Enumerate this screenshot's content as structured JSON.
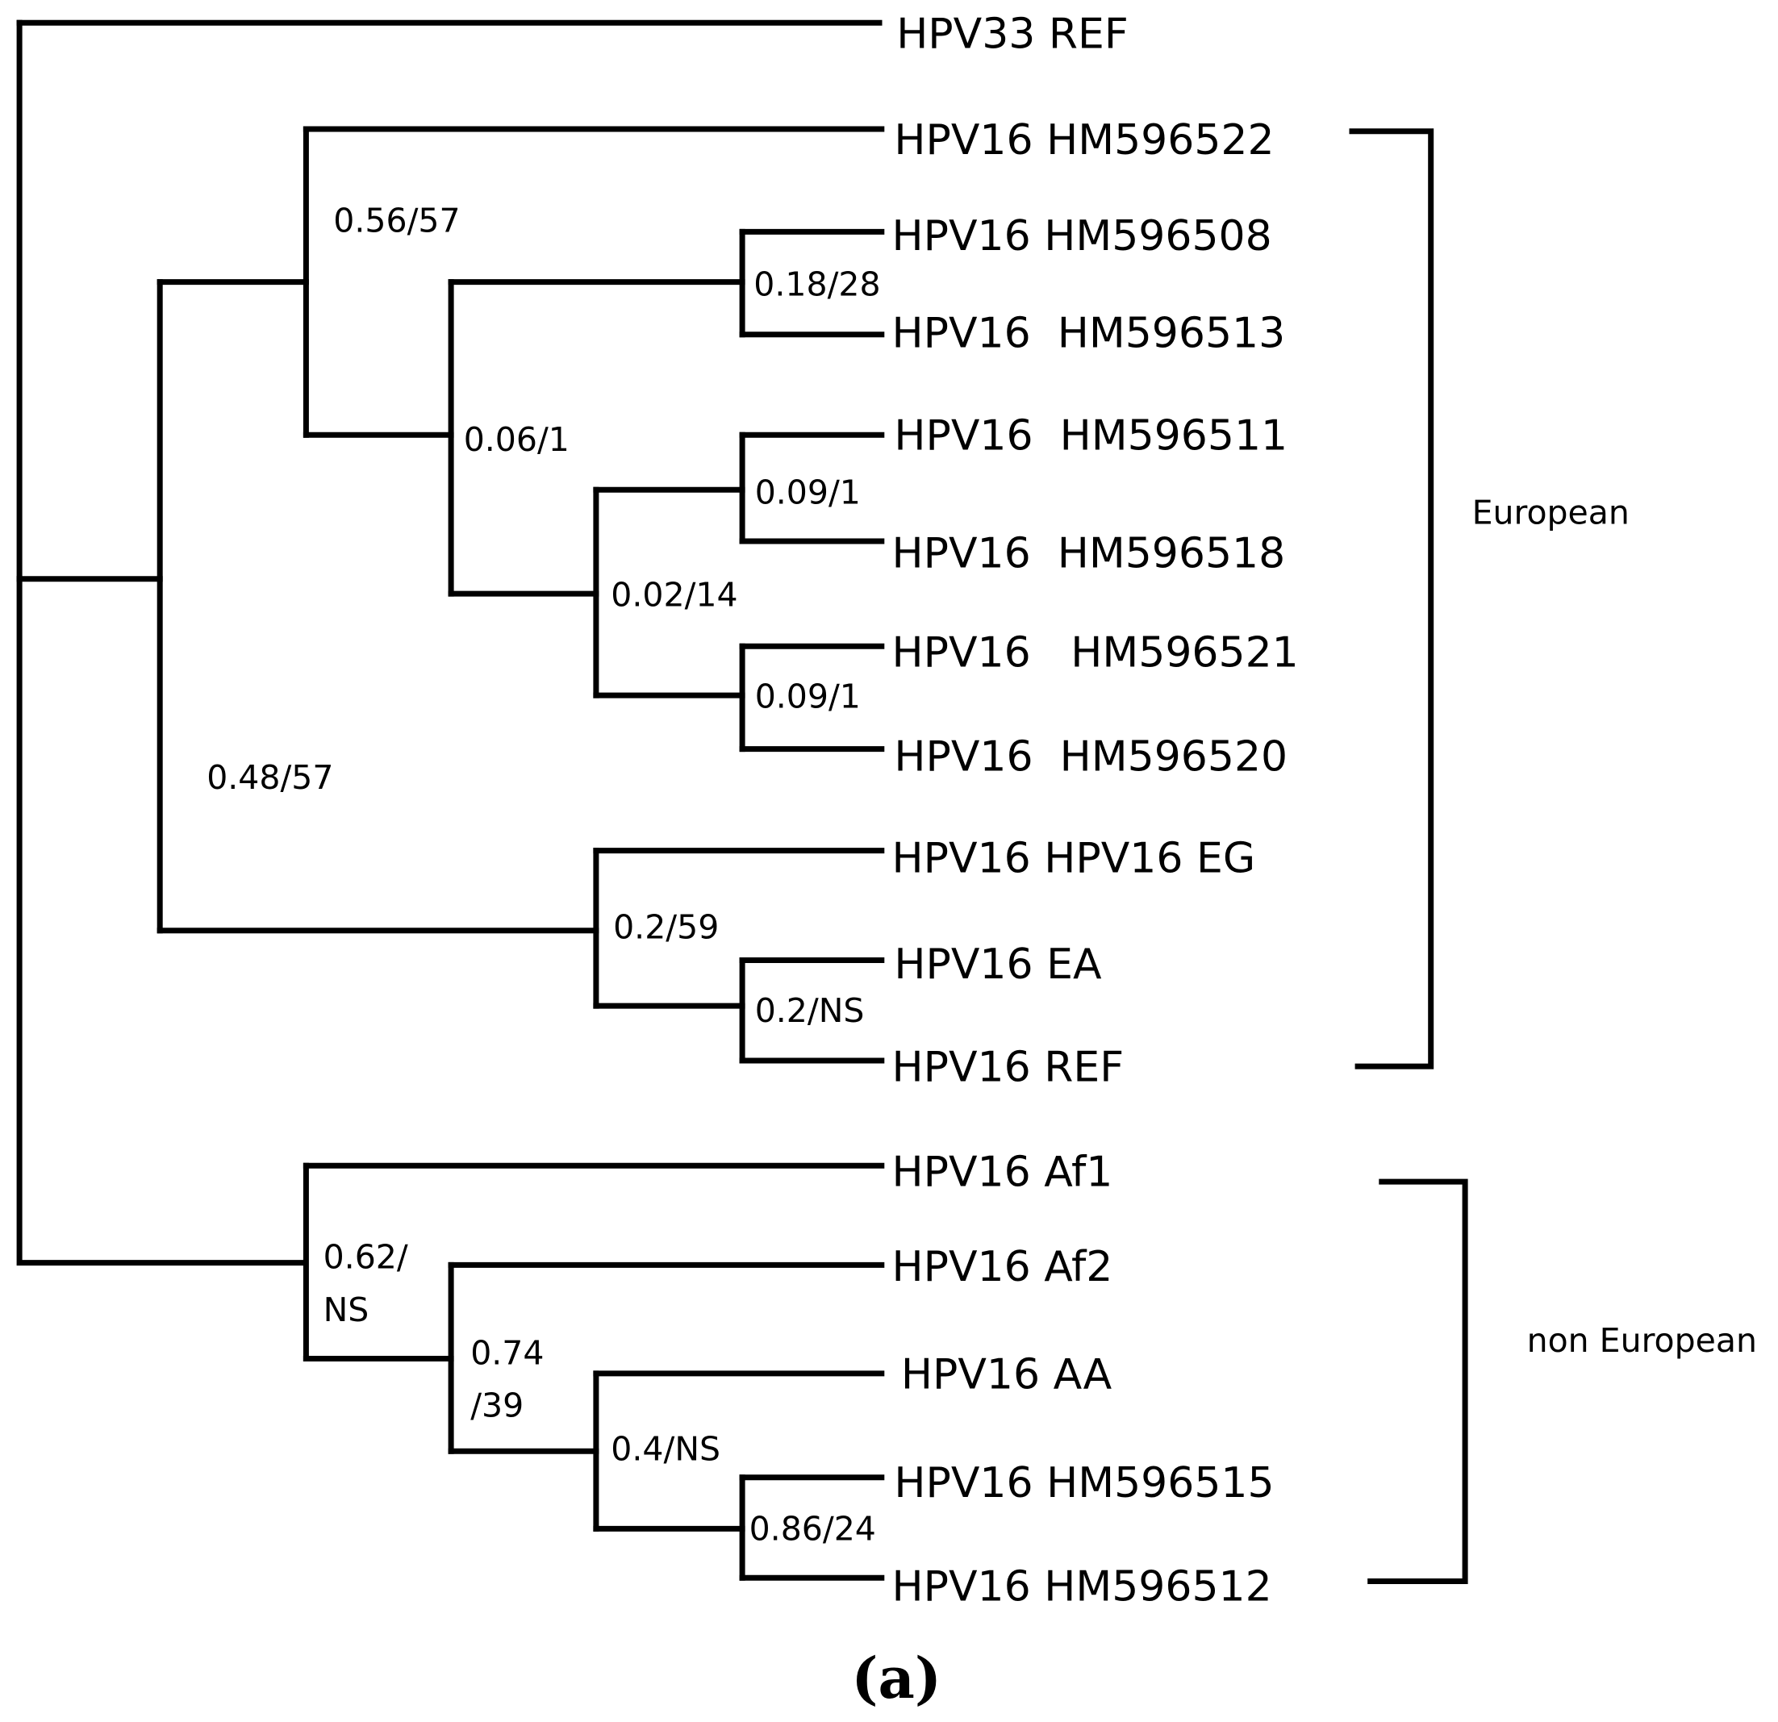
{
  "tree": {
    "leaves": [
      {
        "id": "l0",
        "label": "HPV33 REF"
      },
      {
        "id": "l1",
        "label": "HPV16 HM596522"
      },
      {
        "id": "l2",
        "label": "HPV16 HM596508"
      },
      {
        "id": "l3",
        "label": "HPV16  HM596513"
      },
      {
        "id": "l4",
        "label": "HPV16  HM596511"
      },
      {
        "id": "l5",
        "label": "HPV16  HM596518"
      },
      {
        "id": "l6",
        "label": "HPV16   HM596521"
      },
      {
        "id": "l7",
        "label": "HPV16  HM596520"
      },
      {
        "id": "l8",
        "label": "HPV16 HPV16 EG"
      },
      {
        "id": "l9",
        "label": "HPV16 EA"
      },
      {
        "id": "l10",
        "label": "HPV16 REF"
      },
      {
        "id": "l11",
        "label": "HPV16 Af1"
      },
      {
        "id": "l12",
        "label": "HPV16 Af2"
      },
      {
        "id": "l13",
        "label": "HPV16 AA"
      },
      {
        "id": "l14",
        "label": "HPV16 HM596515"
      },
      {
        "id": "l15",
        "label": "HPV16 HM596512"
      }
    ],
    "support_values": [
      {
        "id": "s1",
        "lines": [
          "0.56/57"
        ]
      },
      {
        "id": "s2",
        "lines": [
          "0.18/28"
        ]
      },
      {
        "id": "s3",
        "lines": [
          "0.06/1"
        ]
      },
      {
        "id": "s4",
        "lines": [
          "0.09/1"
        ]
      },
      {
        "id": "s5",
        "lines": [
          "0.02/14"
        ]
      },
      {
        "id": "s6",
        "lines": [
          "0.09/1"
        ]
      },
      {
        "id": "s7",
        "lines": [
          "0.48/57"
        ]
      },
      {
        "id": "s8",
        "lines": [
          "0.2/59"
        ]
      },
      {
        "id": "s9",
        "lines": [
          "0.2/NS"
        ]
      },
      {
        "id": "s10",
        "lines": [
          "0.62/",
          "NS"
        ]
      },
      {
        "id": "s11",
        "lines": [
          "0.74",
          "/39"
        ]
      },
      {
        "id": "s12",
        "lines": [
          "0.4/NS"
        ]
      },
      {
        "id": "s13",
        "lines": [
          "0.86/24"
        ]
      }
    ],
    "clades": [
      {
        "id": "c1",
        "label": "European"
      },
      {
        "id": "c2",
        "label": "non European"
      }
    ],
    "panel_label": "(a)"
  }
}
